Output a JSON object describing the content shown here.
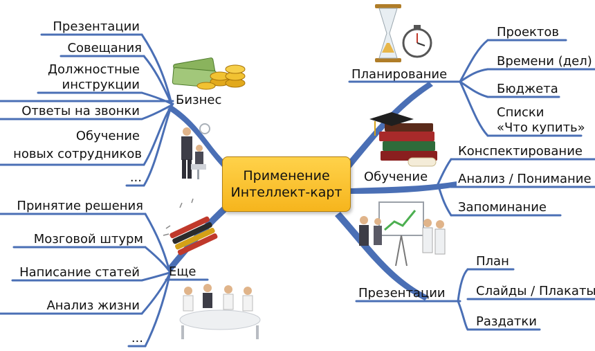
{
  "colors": {
    "branch": "#4a6fb5",
    "center_fill": "#f9c12e",
    "text": "#111111"
  },
  "center": {
    "line1": "Применение",
    "line2": "Интеллект-карт"
  },
  "business": {
    "title": "Бизнес",
    "items": [
      "Презентации",
      "Совещания",
      "Должностные",
      "инструкции",
      "Ответы на звонки",
      "Обучение",
      "новых сотрудников",
      "..."
    ]
  },
  "more": {
    "title": "Еще",
    "items": [
      "Принятие решения",
      "Мозговой штурм",
      "Написание статей",
      "Анализ жизни",
      "..."
    ]
  },
  "planning": {
    "title": "Планирование",
    "items": [
      "Проектов",
      "Времени (дел)",
      "Бюджета",
      "Списки",
      "«Что купить»"
    ]
  },
  "learning": {
    "title": "Обучение",
    "items": [
      "Конспектирование",
      "Анализ / Понимание",
      "Запоминание"
    ]
  },
  "presentations": {
    "title": "Презентации",
    "items": [
      "План",
      "Слайды / Плакаты",
      "Раздатки"
    ]
  },
  "icons": [
    "money-stack-icon",
    "business-people-icon",
    "fireworks-rocket-icon",
    "team-meeting-icon",
    "hourglass-stopwatch-icon",
    "books-graduation-icon",
    "presentation-board-icon"
  ]
}
